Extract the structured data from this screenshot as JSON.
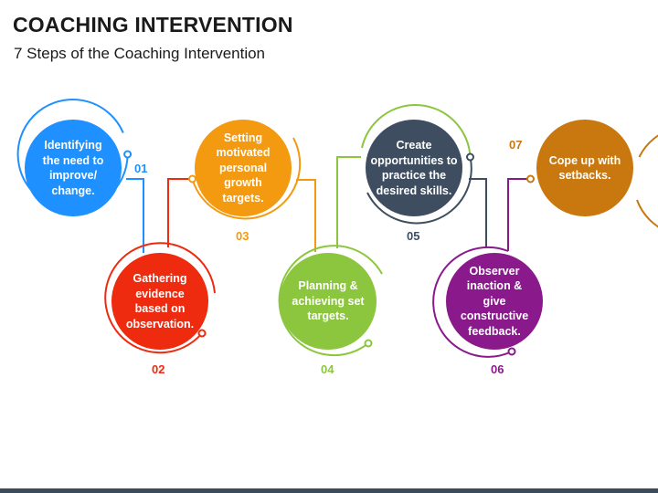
{
  "header": {
    "title": "COACHING INTERVENTION",
    "subtitle": "7 Steps of the Coaching Intervention"
  },
  "steps": [
    {
      "number": "01",
      "text": "Identifying the need to improve/ change.",
      "color": "#1e90ff"
    },
    {
      "number": "02",
      "text": "Gathering evidence based on observation.",
      "color": "#ee2a0f"
    },
    {
      "number": "03",
      "text": "Setting motivated personal growth targets.",
      "color": "#f39a10"
    },
    {
      "number": "04",
      "text": "Planning & achieving set targets.",
      "color": "#8cc63e"
    },
    {
      "number": "05",
      "text": "Create opportunities to practice the desired skills.",
      "color": "#3e4e60"
    },
    {
      "number": "06",
      "text": "Observer inaction & give constructive feedback.",
      "color": "#8a1a8c"
    },
    {
      "number": "07",
      "text": "Cope up with setbacks.",
      "color": "#c8780f"
    }
  ]
}
